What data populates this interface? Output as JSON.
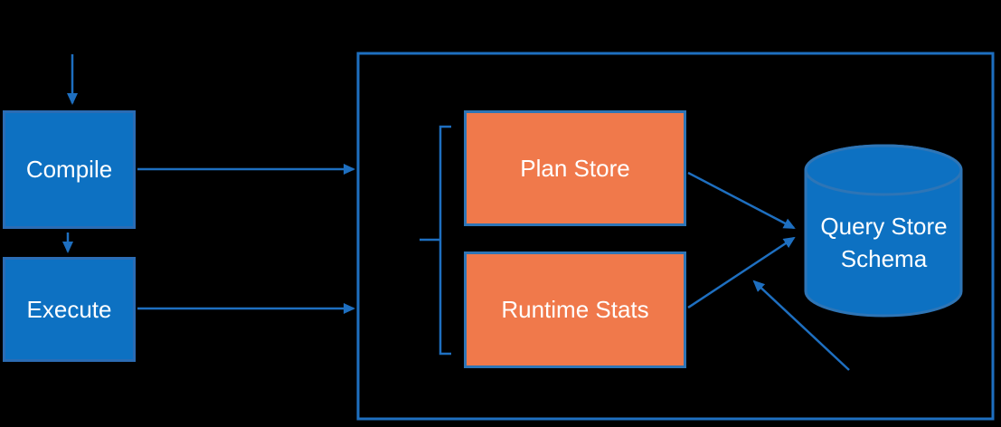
{
  "diagram": {
    "nodes": {
      "compile": {
        "label": "Compile",
        "type": "process"
      },
      "execute": {
        "label": "Execute",
        "type": "process"
      },
      "plan_store": {
        "label": "Plan Store",
        "type": "store"
      },
      "runtime_stats": {
        "label": "Runtime Stats",
        "type": "store"
      },
      "query_store_schema": {
        "label": "Query Store Schema",
        "line1": "Query Store",
        "line2": "Schema",
        "type": "database"
      }
    },
    "edges": [
      {
        "from": "start",
        "to": "compile"
      },
      {
        "from": "compile",
        "to": "execute"
      },
      {
        "from": "compile",
        "to": "query-store-boundary"
      },
      {
        "from": "execute",
        "to": "query-store-boundary"
      },
      {
        "from": "plan_store",
        "to": "query_store_schema"
      },
      {
        "from": "runtime_stats",
        "to": "query_store_schema"
      },
      {
        "from": "callout",
        "to": "query_store_schema"
      }
    ],
    "colors": {
      "background": "#000000",
      "process_fill": "#0d71c2",
      "process_border": "#2b6cb4",
      "store_fill": "#f0794b",
      "store_border": "#2e75b6",
      "database_fill": "#0d71c2",
      "database_border": "#2e75b6",
      "connector": "#1e6fc0",
      "text": "#ffffff"
    }
  }
}
